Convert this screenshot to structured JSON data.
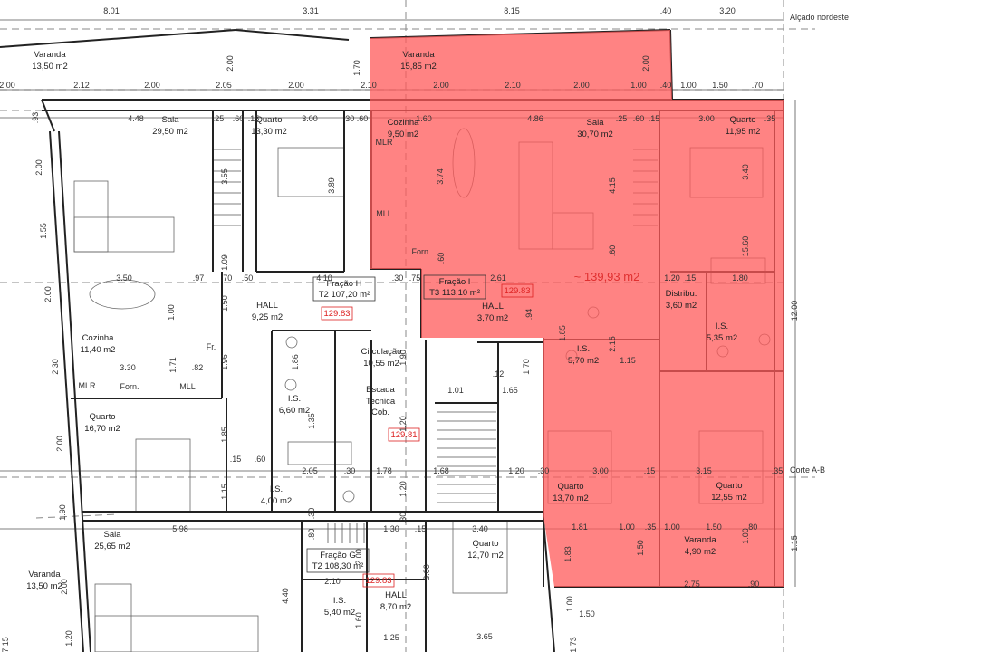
{
  "title_annotations": {
    "elevation": "Alçado nordeste",
    "section": "Corte A-B"
  },
  "highlight": {
    "color": "#ff5a5a",
    "opacity": 0.75,
    "area_label": "~ 139,93 m2"
  },
  "rooms": [
    {
      "name": "Varanda",
      "area": "13,50 m2"
    },
    {
      "name": "Varanda",
      "area": "15,85 m2"
    },
    {
      "name": "Sala",
      "area": "29,50 m2"
    },
    {
      "name": "Quarto",
      "area": "13,30 m2"
    },
    {
      "name": "Cozinha",
      "area": "9,50 m2"
    },
    {
      "name": "Sala",
      "area": "30,70 m2"
    },
    {
      "name": "Quarto",
      "area": "11,95 m2"
    },
    {
      "name": "HALL",
      "area": "9,25 m2"
    },
    {
      "name": "Cozinha",
      "area": "11,40 m2"
    },
    {
      "name": "Circulação",
      "area": "10,55 m2"
    },
    {
      "name": "I.S.",
      "area": "6,60 m2"
    },
    {
      "name": "Quarto",
      "area": "16,70 m2"
    },
    {
      "name": "I.S.",
      "area": "4,00 m2"
    },
    {
      "name": "Sala",
      "area": "25,65 m2"
    },
    {
      "name": "Varanda",
      "area": "13,50 m2"
    },
    {
      "name": "Quarto",
      "area": "12,70 m2"
    },
    {
      "name": "I.S.",
      "area": "5,40 m2"
    },
    {
      "name": "HALL",
      "area": "8,70 m2"
    },
    {
      "name": "HALL",
      "area": "3,70 m2"
    },
    {
      "name": "Distribu.",
      "area": "3,60 m2"
    },
    {
      "name": "I.S.",
      "area": "5,35 m2"
    },
    {
      "name": "I.S.",
      "area": "5,70 m2"
    },
    {
      "name": "Quarto",
      "area": "13,70 m2"
    },
    {
      "name": "Quarto",
      "area": "12,55 m2"
    },
    {
      "name": "Varanda",
      "area": "4,90 m2"
    }
  ],
  "stair_label": [
    "Escada",
    "Tecnica",
    "Cob."
  ],
  "fractions": [
    {
      "name": "Fração H",
      "type_area": "T2 107,20 m²"
    },
    {
      "name": "Fração I",
      "type_area": "T3 113,10 m²"
    },
    {
      "name": "Fração G",
      "type_area": "T2 108,30 m²"
    }
  ],
  "elevation_tags": [
    "129.83",
    "129.83",
    "129.81",
    "129.83"
  ],
  "fixtures": [
    "MLR",
    "MLL",
    "Forn.",
    "Fr.",
    "MLR",
    "Forn.",
    "MLL"
  ],
  "dimensions": [
    "8.01",
    "3.31",
    "8.15",
    ".40",
    "3.20",
    "2.00",
    "2.12",
    "2.00",
    "2.05",
    "2.00",
    "2.10",
    "2.00",
    "2.10",
    "2.00",
    "1.00",
    ".40",
    "1.00",
    "1.50",
    ".70",
    "2.00",
    "1.70",
    "2.00",
    "4.48",
    ".25",
    ".60",
    ".15",
    "3.00",
    ".30",
    ".60",
    "1.60",
    "4.86",
    ".25",
    ".60",
    ".15",
    "3.00",
    ".35",
    "3.55",
    "3.89",
    "3.74",
    "4.15",
    "3.40",
    "1.09",
    ".60",
    ".60",
    "15.60",
    ".93",
    "2.00",
    "1.55",
    "2.00",
    "2.30",
    "2.00",
    "1.90",
    "2.00",
    "1.20",
    "7.15",
    "3.50",
    ".97",
    ".70",
    ".50",
    "4.10",
    ".30",
    ".75",
    "2.61",
    "1.20",
    ".15",
    "1.80",
    "1.00",
    "3.30",
    ".82",
    "1.71",
    "1.96",
    "1.50",
    "1.85",
    "1.15",
    "1.86",
    "1.35",
    ".15",
    ".60",
    "2.05",
    ".30",
    "1.78",
    "1.68",
    "1.20",
    ".30",
    "3.00",
    ".15",
    "3.15",
    ".35",
    "1.90",
    "1.20",
    "1.20",
    ".30",
    "1.01",
    ".12",
    "1.65",
    "1.70",
    ".94",
    "2.15",
    "1.15",
    "1.85",
    "5.98",
    ".30",
    ".80",
    "1.30",
    ".15",
    "3.40",
    "1.81",
    "1.00",
    ".35",
    "1.00",
    "1.50",
    ".80",
    "1.83",
    "1.50",
    "1.00",
    "2.10",
    "2.00",
    "3.00",
    "4.40",
    "1.60",
    "1.25",
    "3.65",
    "2.75",
    ".90",
    "1.00",
    "1.50",
    "1.73",
    "12.00",
    "1.15"
  ]
}
